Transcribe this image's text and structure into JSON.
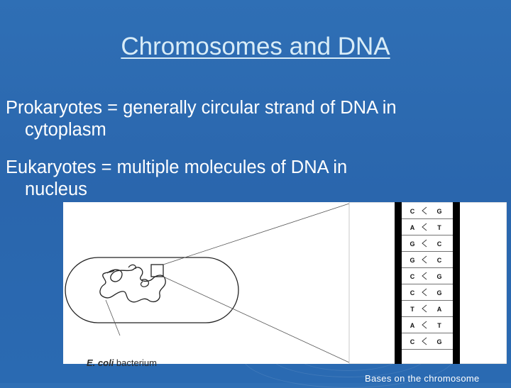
{
  "slide": {
    "title": "Chromosomes and DNA",
    "bullets": [
      {
        "line1": "Prokaryotes = generally circular strand of DNA in",
        "line2": "cytoplasm"
      },
      {
        "line1": "Eukaryotes = multiple molecules of DNA in",
        "line2": "nucleus"
      }
    ]
  },
  "figure": {
    "left_caption_italic": "E. coli",
    "left_caption_rest": " bacterium",
    "right_caption": "Bases on the chromosome",
    "base_pairs": [
      [
        "C",
        "G"
      ],
      [
        "A",
        "T"
      ],
      [
        "G",
        "C"
      ],
      [
        "G",
        "C"
      ],
      [
        "C",
        "G"
      ],
      [
        "C",
        "G"
      ],
      [
        "T",
        "A"
      ],
      [
        "A",
        "T"
      ],
      [
        "C",
        "G"
      ]
    ]
  },
  "colors": {
    "background": "#2a66ad",
    "title": "#d8ecf7",
    "text": "#ffffff"
  }
}
